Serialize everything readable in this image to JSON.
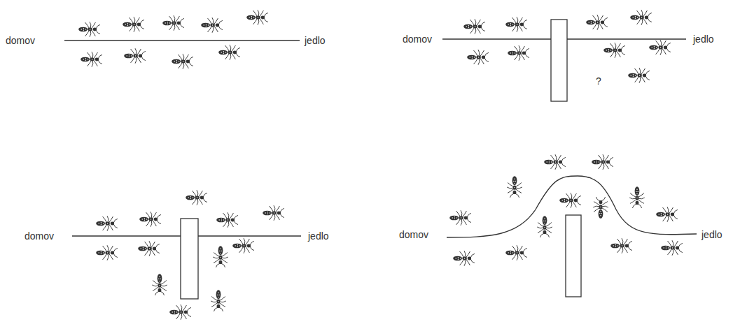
{
  "diagram": {
    "labels": [
      "domov",
      "jedlo",
      "domov",
      "?",
      "jedlo",
      "domov",
      "jedlo",
      "domov",
      "jedlo"
    ]
  }
}
